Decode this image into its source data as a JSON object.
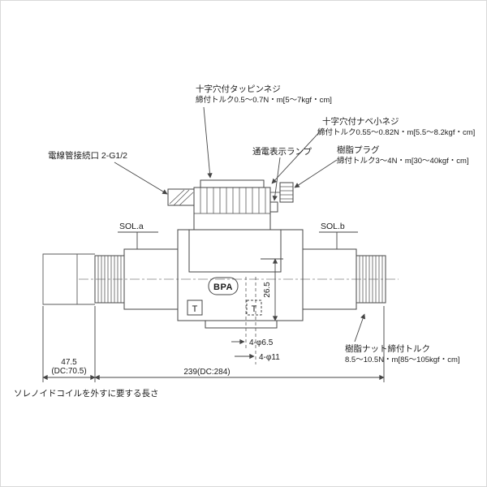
{
  "drawing": {
    "annotations": {
      "tapping_screw": {
        "name": "十字穴付タッピンネジ",
        "torque": "締付トルク0.5〜0.7N・m[5〜7kgf・cm]"
      },
      "pan_screw": {
        "name": "十字穴付ナベ小ネジ",
        "torque": "締付トルク0.55〜0.82N・m[5.5〜8.2kgf・cm]"
      },
      "conduit_port": {
        "name": "電線管接続口 2-G1/2"
      },
      "lamp": {
        "name": "通電表示ランプ"
      },
      "resin_plug": {
        "name": "樹脂プラグ",
        "torque": "締付トルク3〜4N・m[30〜40kgf・cm]"
      },
      "resin_nut": {
        "name": "樹脂ナット締付トルク",
        "torque": "8.5〜10.5N・m[85〜105kgf・cm]"
      },
      "sol_a": "SOL.a",
      "sol_b": "SOL.b",
      "removal_note": "ソレノイドコイルを外すに要する長さ"
    },
    "part_labels": {
      "bpa": "BPA",
      "t_left": "T",
      "t_right": "T"
    },
    "dimensions": {
      "height_26_5": "26.5",
      "holes_small": "4-φ6.5",
      "holes_large": "4-φ11",
      "width_47_5": "47.5",
      "width_47_5_dc": "(DC:70.5)",
      "width_239": "239(DC:284)"
    },
    "colors": {
      "line": "#454545",
      "text": "#1b1b1b",
      "background": "#ffffff"
    }
  }
}
